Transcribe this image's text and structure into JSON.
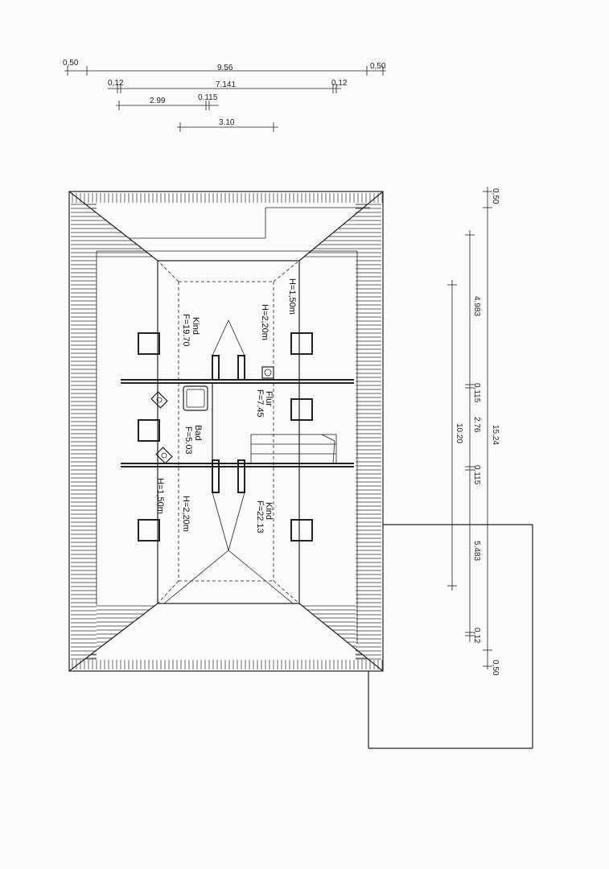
{
  "dimensions": {
    "top_row1": [
      "0,50",
      "9.56",
      "0,50"
    ],
    "top_row2": [
      "0,12",
      "7.141",
      "0,12"
    ],
    "top_row3": [
      "2.99",
      "0.115"
    ],
    "top_row4": [
      "3.10"
    ],
    "right_outer": [
      "0,50",
      "15.24",
      "0,50"
    ],
    "right_mid": [
      "4.983",
      "0.115",
      "2.76",
      "0.115",
      "5.483",
      "0,12"
    ],
    "right_inner": [
      "10.20"
    ]
  },
  "rooms": {
    "kind_left": {
      "name": "Kind",
      "area": "F=19.70"
    },
    "flur": {
      "name": "Flur",
      "area": "F=7.45"
    },
    "bad": {
      "name": "Bad",
      "area": "F=5.03"
    },
    "kind_right": {
      "name": "Kind",
      "area": "F=22.13"
    }
  },
  "heights": {
    "top_outer": "H=1,50m",
    "top_inner": "H=2,20m",
    "bottom_outer": "H=1,50m",
    "bottom_inner": "H=2,20m"
  }
}
